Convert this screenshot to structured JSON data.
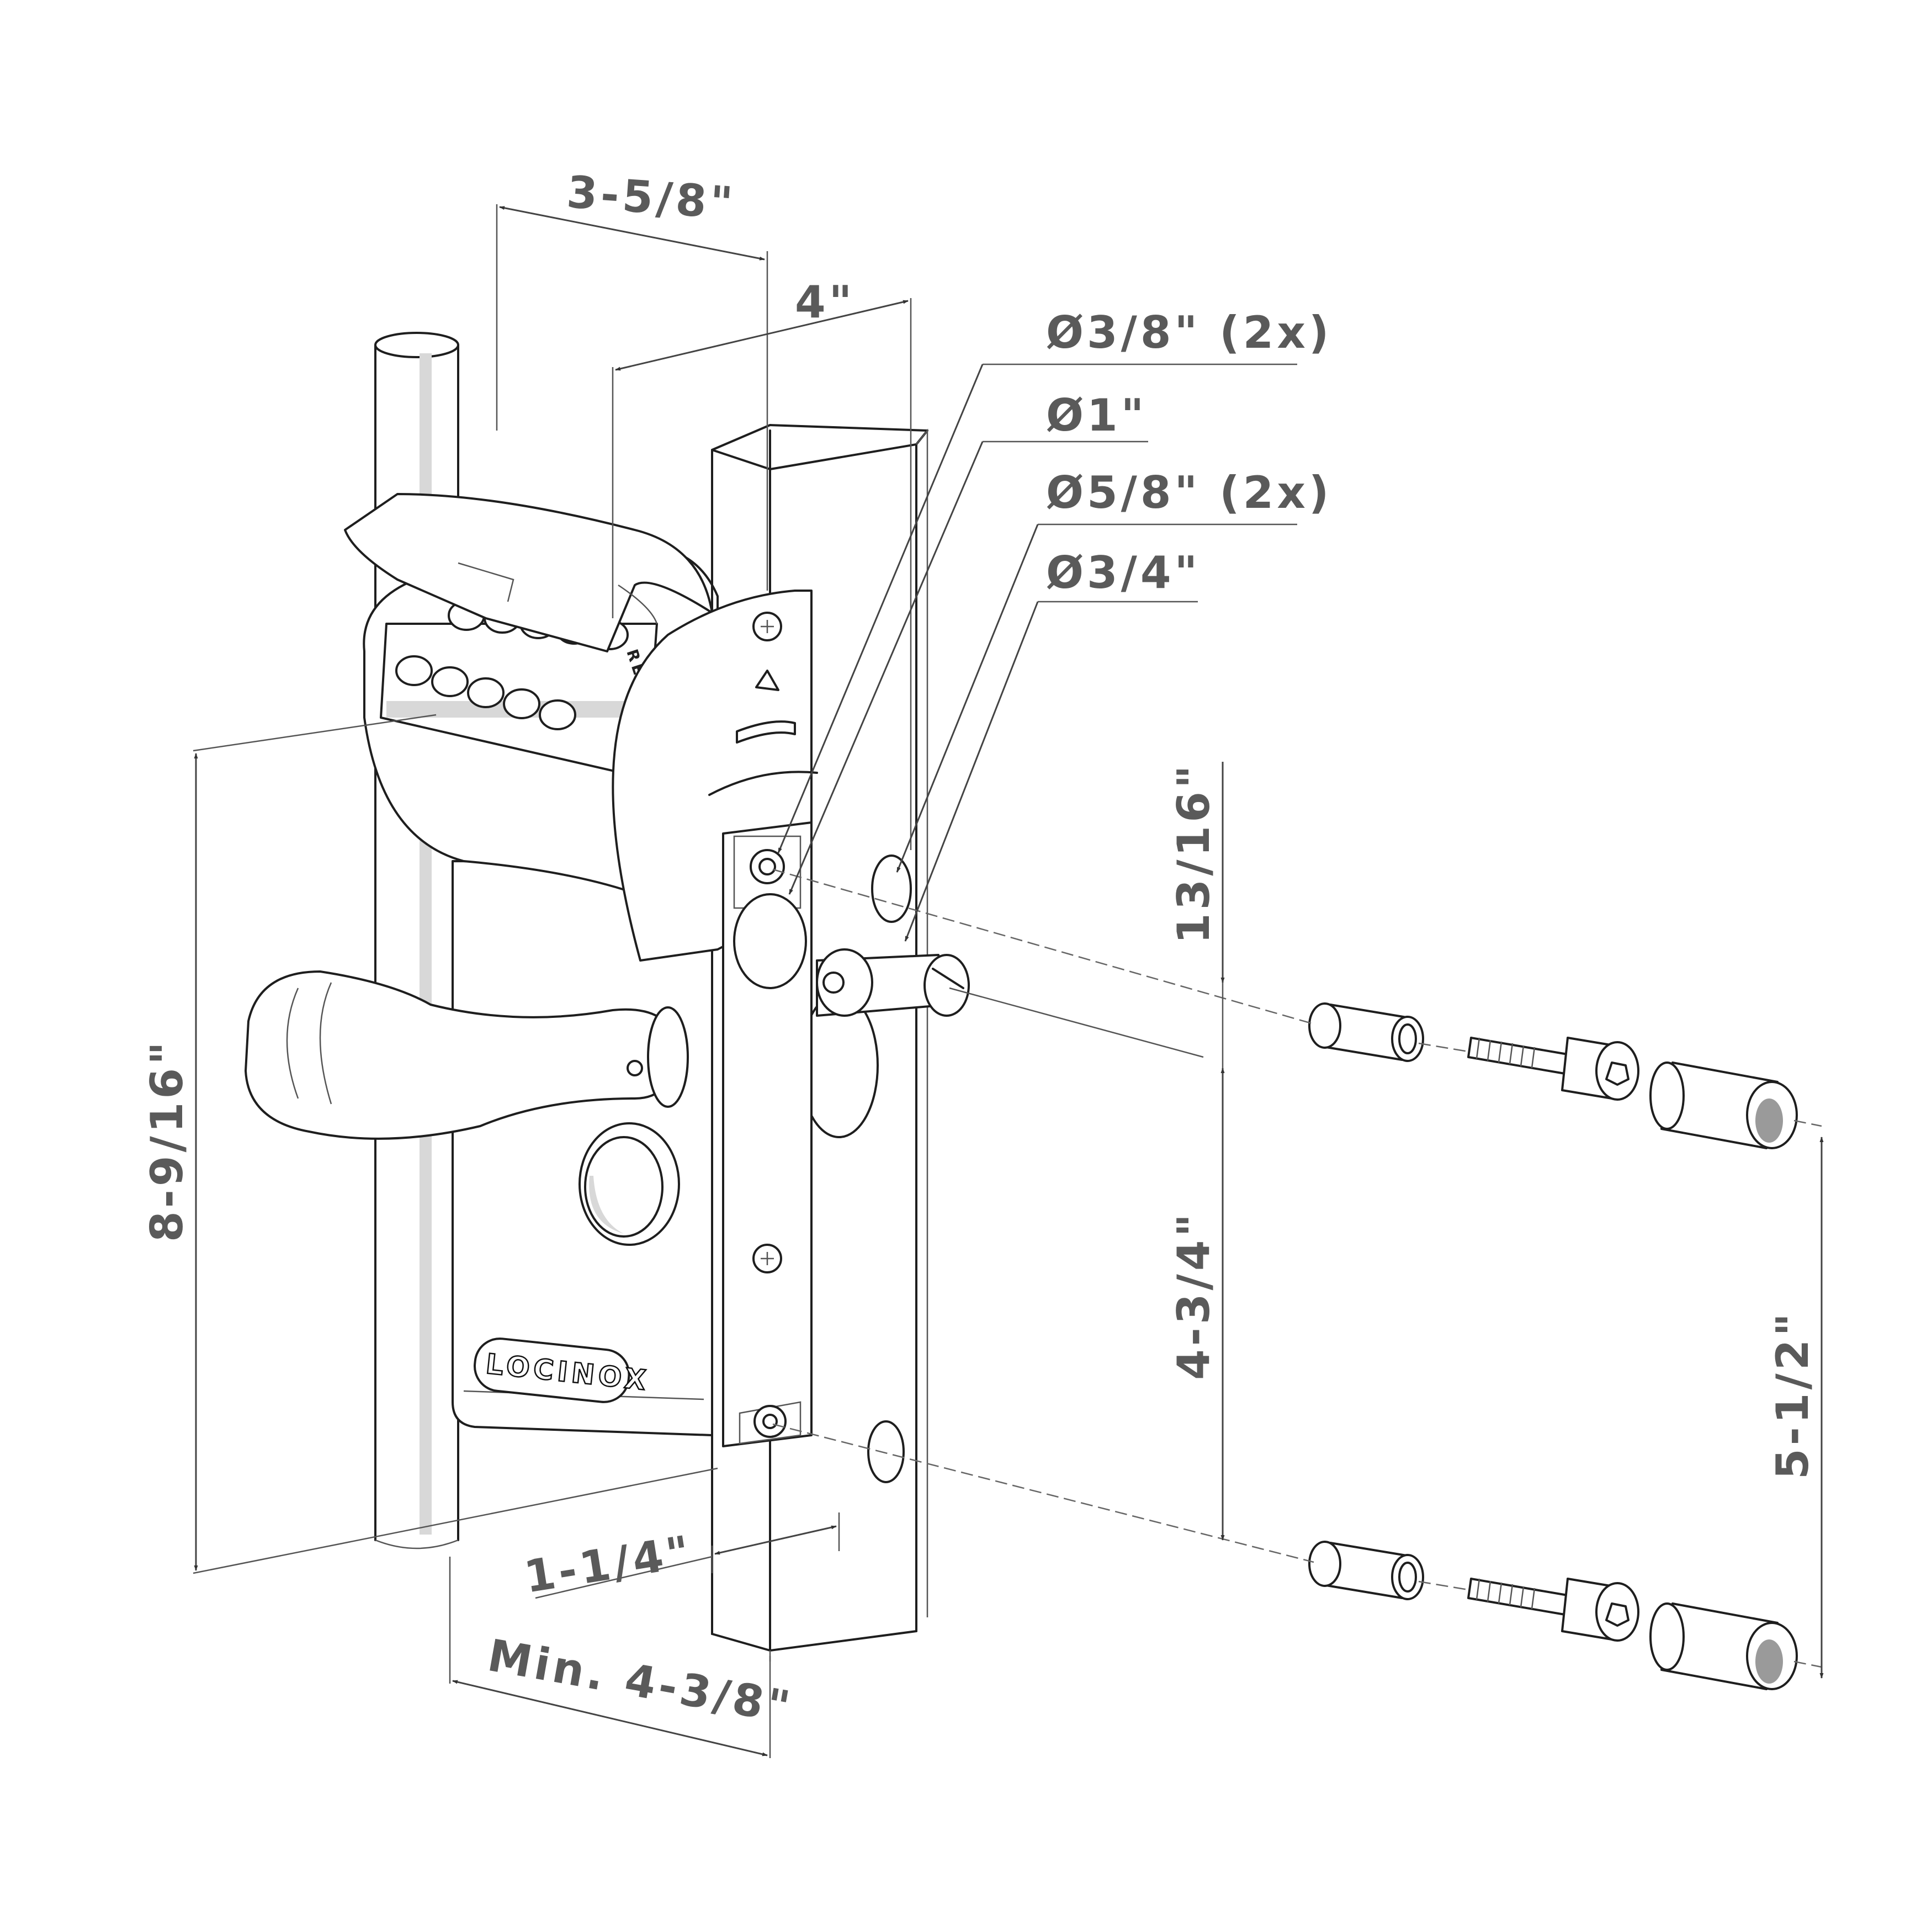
{
  "dimensions": {
    "width_top": "3-5/8\"",
    "depth_top": "4\"",
    "hole_small": "Ø3/8\" (2x)",
    "hole_center": "Ø1\"",
    "hole_medium": "Ø5/8\" (2x)",
    "hole_cylinder": "Ø3/4\"",
    "offset_top": "13/16\"",
    "total_height": "8-9/16\"",
    "hole_spacing": "4-3/4\"",
    "bolt_spacing": "5-1/2\"",
    "profile_width": "1-1/4\"",
    "min_width": "Min. 4-3/8\""
  },
  "brand": {
    "logo": "LOCINOX"
  },
  "keypad": {
    "reset_label": "RESET"
  }
}
